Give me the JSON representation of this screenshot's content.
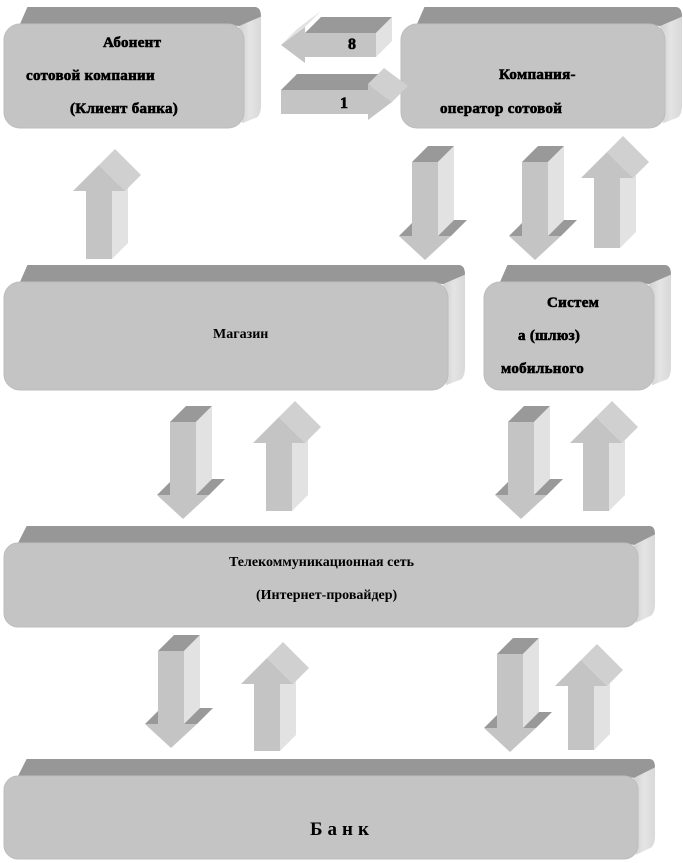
{
  "diagram": {
    "title": "",
    "colors": {
      "box_front": "#c4c4c4",
      "box_top": "#979797",
      "box_side": "#e0e0e0",
      "arrow_front": "#c4c4c4",
      "arrow_dark": "#999999",
      "arrow_light": "#e2e2e2",
      "background": "#ffffff",
      "text": "#000000"
    },
    "nodes": {
      "subscriber": {
        "lines": [
          "Абонент",
          "сотовой компании",
          "(Клиент банка)"
        ]
      },
      "operator": {
        "lines": [
          "Компания-",
          "оператор сотовой"
        ]
      },
      "shop": {
        "lines": [
          "Магазин"
        ]
      },
      "gateway": {
        "lines": [
          "Систем",
          "а (шлюз)",
          "мобильного"
        ]
      },
      "telecom": {
        "lines": [
          "Телекоммуникационная сеть",
          "(Интернет-провайдер)"
        ]
      },
      "bank": {
        "lines": [
          "Банк"
        ]
      }
    },
    "edges": [
      {
        "from": "operator",
        "to": "subscriber",
        "label": "8"
      },
      {
        "from": "subscriber",
        "to": "operator",
        "label": "1"
      },
      {
        "from": "shop",
        "to": "subscriber",
        "label": ""
      },
      {
        "from": "operator",
        "to": "shop",
        "label": ""
      },
      {
        "from": "operator",
        "to": "gateway",
        "label": ""
      },
      {
        "from": "gateway",
        "to": "operator",
        "label": ""
      },
      {
        "from": "telecom",
        "to": "shop",
        "label": ""
      },
      {
        "from": "shop",
        "to": "telecom",
        "label": ""
      },
      {
        "from": "telecom",
        "to": "gateway",
        "label": ""
      },
      {
        "from": "gateway",
        "to": "telecom",
        "label": ""
      },
      {
        "from": "bank",
        "to": "telecom",
        "label": ""
      },
      {
        "from": "telecom",
        "to": "bank",
        "label": ""
      },
      {
        "from": "bank",
        "to": "telecom",
        "label": ""
      },
      {
        "from": "telecom",
        "to": "bank",
        "label": ""
      }
    ]
  }
}
